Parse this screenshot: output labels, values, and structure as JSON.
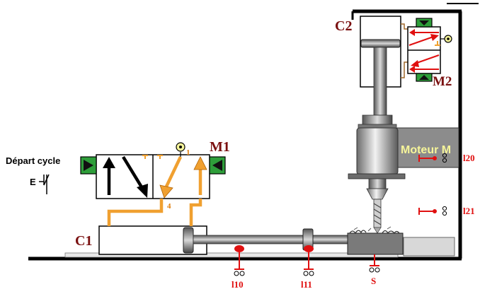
{
  "labels": {
    "c1": "C1",
    "c2": "C2",
    "m1": "M1",
    "m2": "M2",
    "moteur": "Moteur M",
    "depart": "Départ cycle",
    "e_switch": "E",
    "port1": "1",
    "port4": "4",
    "l10": "l10",
    "l11": "l11",
    "l20": "l20",
    "l21": "l21",
    "s": "S"
  },
  "colors": {
    "frame": "#000000",
    "valve_green": "#2e9e3a",
    "orange_line": "#f0a030",
    "dark_label": "#7a1010",
    "red_label": "#e01010",
    "motor_fill": "#8c8c8c",
    "motor_text": "#f6f59a",
    "part_fill": "#7a7a7a",
    "sensor_red": "#e01010"
  }
}
